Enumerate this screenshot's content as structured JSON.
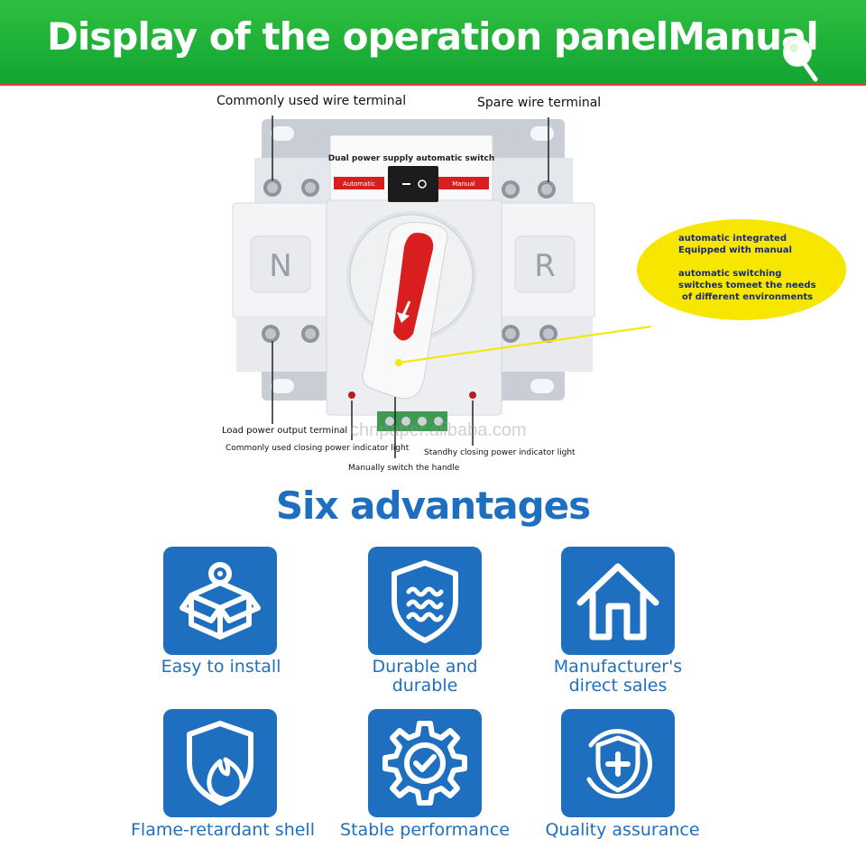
{
  "header": {
    "title": "Display of the operation panelManual"
  },
  "product": {
    "device_title": "Dual power supply automatic switch",
    "automatic_label": "Automatic",
    "manual_label": "Manual",
    "left_letter": "N",
    "right_letter": "R",
    "labels": {
      "commonly_used_wire_terminal": "Commonly used wire terminal",
      "spare_wire_terminal": "Spare wire terminal",
      "load_power_output_terminal": "Load power output terminal",
      "commonly_used_indicator": "Commonly used closing power indicator light",
      "standby_indicator": "Standhy closing power indicator light",
      "manual_handle": "Manually switch the handle"
    },
    "callout": {
      "line1": "automatic integrated",
      "line2": "Equipped with manual",
      "line3": "automatic switching",
      "line4": "switches tomeet the needs",
      "line5": "of different environments"
    },
    "watermark": "chnpaper.alibaba.com"
  },
  "advantages": {
    "title": "Six advantages",
    "items": [
      {
        "icon": "box-install-icon",
        "line1": "Easy to install",
        "line2": ""
      },
      {
        "icon": "shield-waves-icon",
        "line1": "Durable and",
        "line2": "durable"
      },
      {
        "icon": "house-icon",
        "line1": "Manufacturer's",
        "line2": "direct sales"
      },
      {
        "icon": "shield-flame-icon",
        "line1": "Flame-retardant shell",
        "line2": ""
      },
      {
        "icon": "gear-check-icon",
        "line1": "Stable performance",
        "line2": ""
      },
      {
        "icon": "shield-plus-icon",
        "line1": "Quality assurance",
        "line2": ""
      }
    ]
  },
  "colors": {
    "header_green": "#1aad36",
    "accent_blue": "#1f6fc0",
    "callout_yellow": "#f6e600",
    "handle_red": "#d81e1e"
  }
}
